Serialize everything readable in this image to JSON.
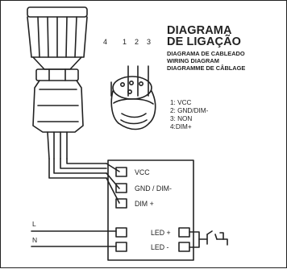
{
  "heading": {
    "title_line1": "DIAGRAMA",
    "title_line2": "DE LIGAÇÃO",
    "sub_line1": "DIAGRAMA DE CABLEADO",
    "sub_line2": "WIRING DIAGRAM",
    "sub_line3": "DIAGRAMME DE CÂBLAGE"
  },
  "pins": [
    "4",
    "1",
    "2",
    "3"
  ],
  "pin_legend": [
    "1: VCC",
    "2: GND/DIM-",
    "3: NON",
    "4:DIM+"
  ],
  "driver_terminals": [
    "VCC",
    "GND / DIM-",
    "DIM +",
    "LED +",
    "LED -"
  ],
  "mains": {
    "live": "L",
    "neutral": "N"
  },
  "colors": {
    "line": "#222222",
    "background": "#ffffff"
  }
}
